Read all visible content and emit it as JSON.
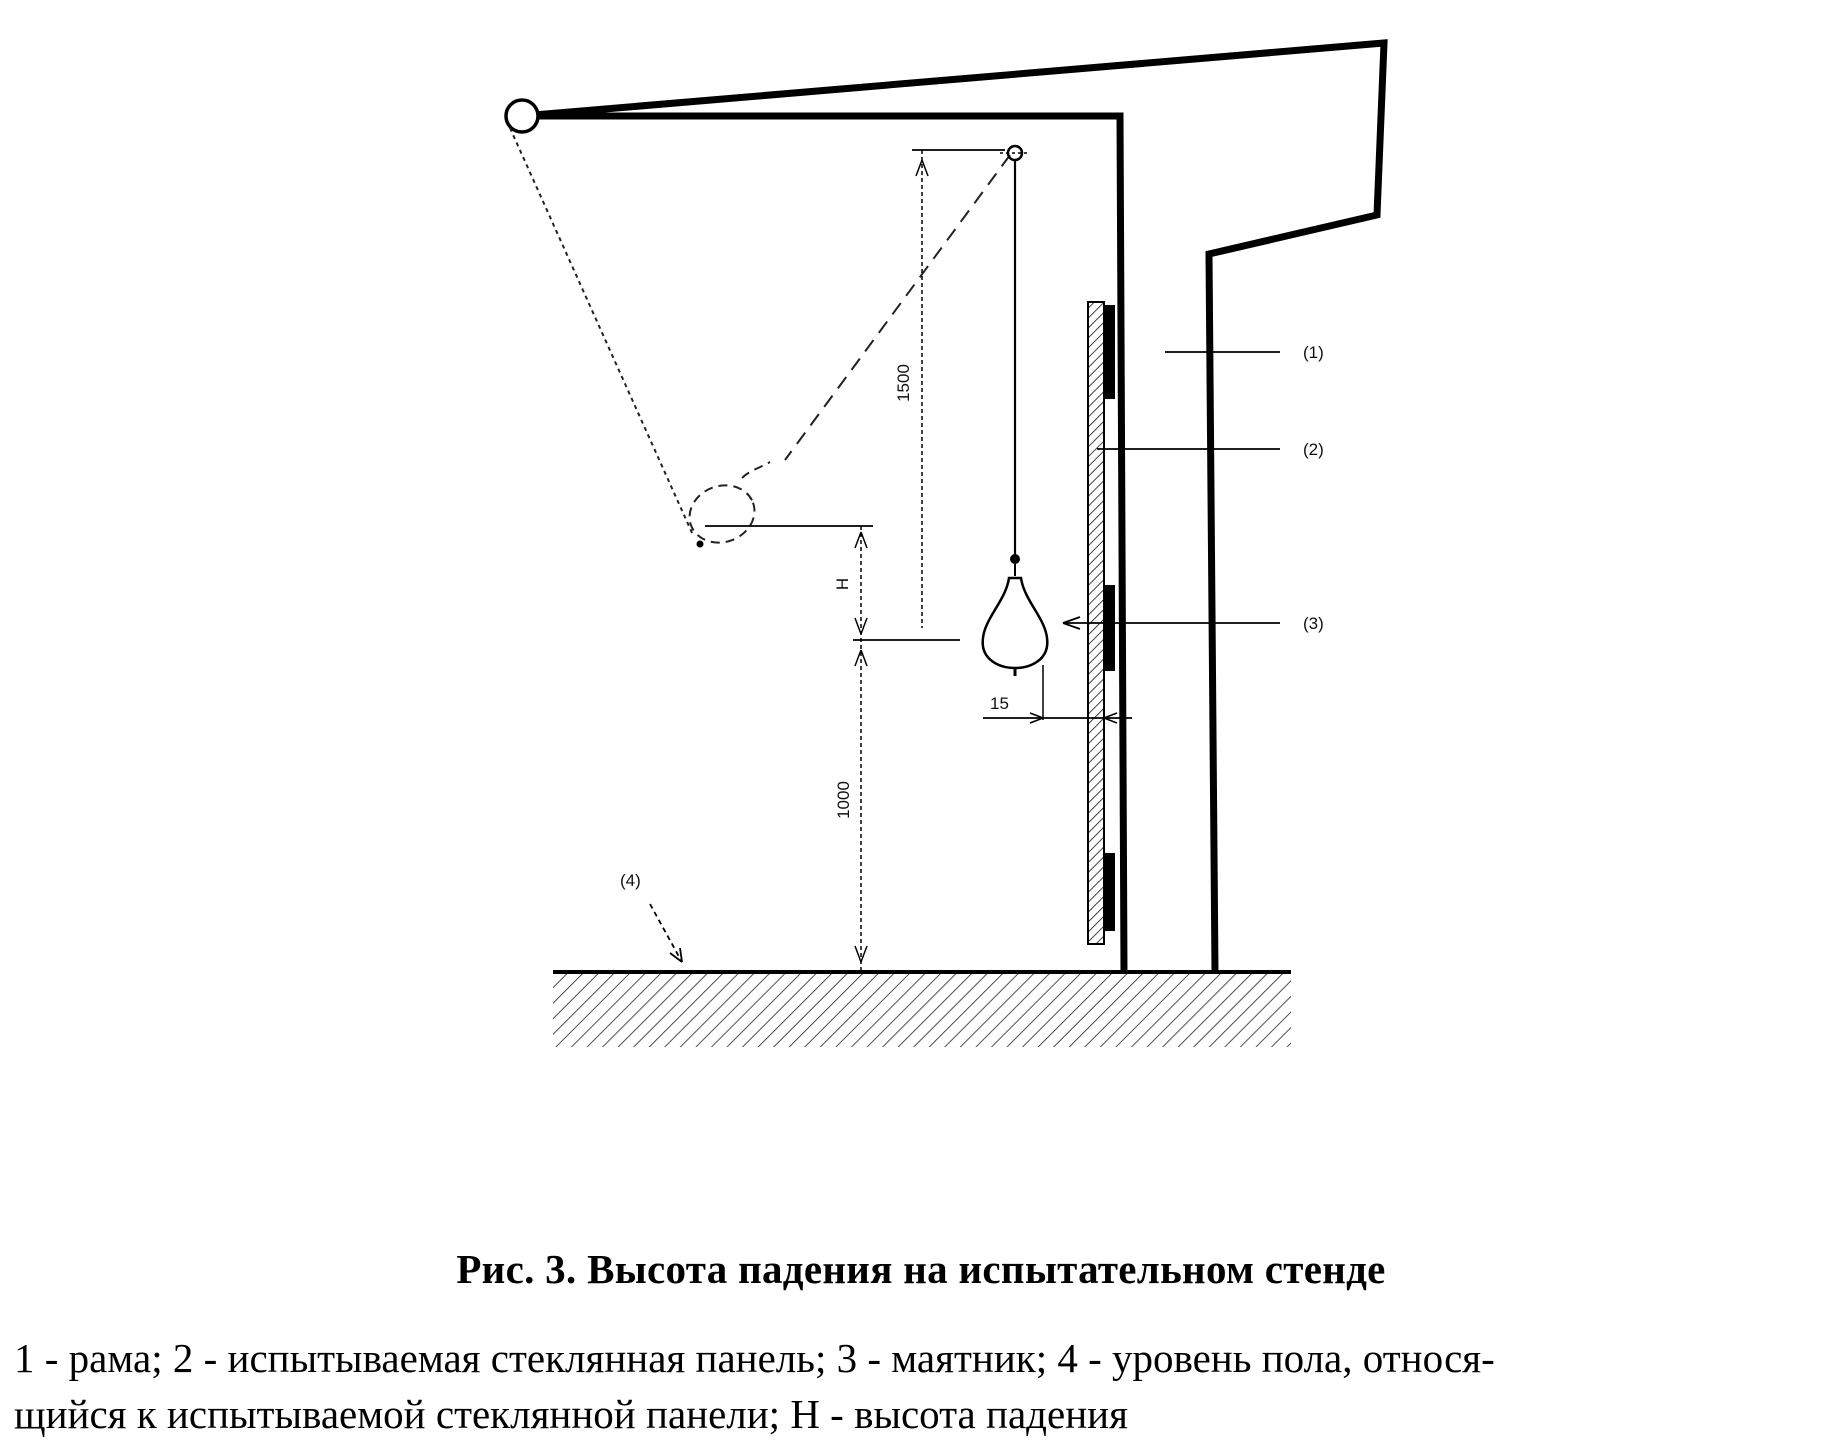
{
  "figure": {
    "labels": {
      "frame": "(1)",
      "panel": "(2)",
      "pendulum": "(3)",
      "floor": "(4)"
    },
    "dimensions": {
      "pendulum_length": "1500",
      "drop_height": "H",
      "floor_height": "1000",
      "offset": "15"
    }
  },
  "caption": "Рис. 3. Высота падения на испытательном стенде",
  "legend": {
    "line1": "1 - рама; 2 - испытываемая стеклянная панель; 3 - маятник; 4 - уровень пола, относя-",
    "line2": "щийся к испытываемой стеклянной панели; H - высота падения"
  }
}
